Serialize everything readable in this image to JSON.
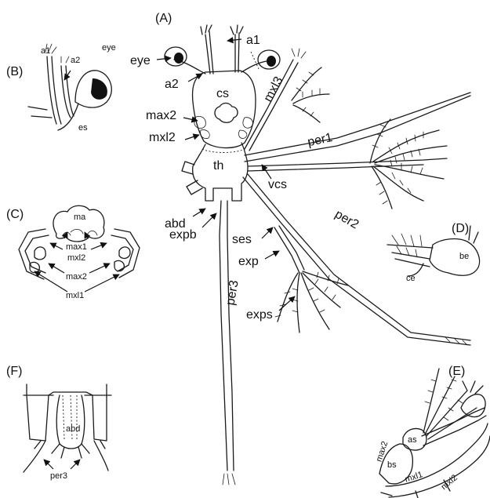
{
  "panels": {
    "A": {
      "letter": "(A)",
      "labels": {
        "a1": "a1",
        "eye": "eye",
        "a2": "a2",
        "cs": "cs",
        "mxl3": "mxl3",
        "max2": "max2",
        "mxl2": "mxl2",
        "per1": "per1",
        "th": "th",
        "vcs": "vcs",
        "abd": "abd",
        "expb": "expb",
        "ses": "ses",
        "exp": "exp",
        "per2": "per2",
        "per3": "per3",
        "exps": "exps"
      }
    },
    "B": {
      "letter": "(B)",
      "labels": {
        "a1": "a1",
        "a2": "a2",
        "eye": "eye",
        "es": "es"
      }
    },
    "C": {
      "letter": "(C)",
      "labels": {
        "ma": "ma",
        "max1": "max1",
        "mxl2": "mxl2",
        "max2": "max2",
        "mxl1": "mxl1"
      }
    },
    "D": {
      "letter": "(D)",
      "labels": {
        "be": "be",
        "ce": "ce"
      }
    },
    "E": {
      "letter": "(E)",
      "labels": {
        "as": "as",
        "bs": "bs",
        "max2": "max2",
        "mxl1": "mxl1",
        "mxl2": "mxl2"
      }
    },
    "F": {
      "letter": "(F)",
      "labels": {
        "abd": "abd",
        "per3": "per3"
      }
    }
  }
}
